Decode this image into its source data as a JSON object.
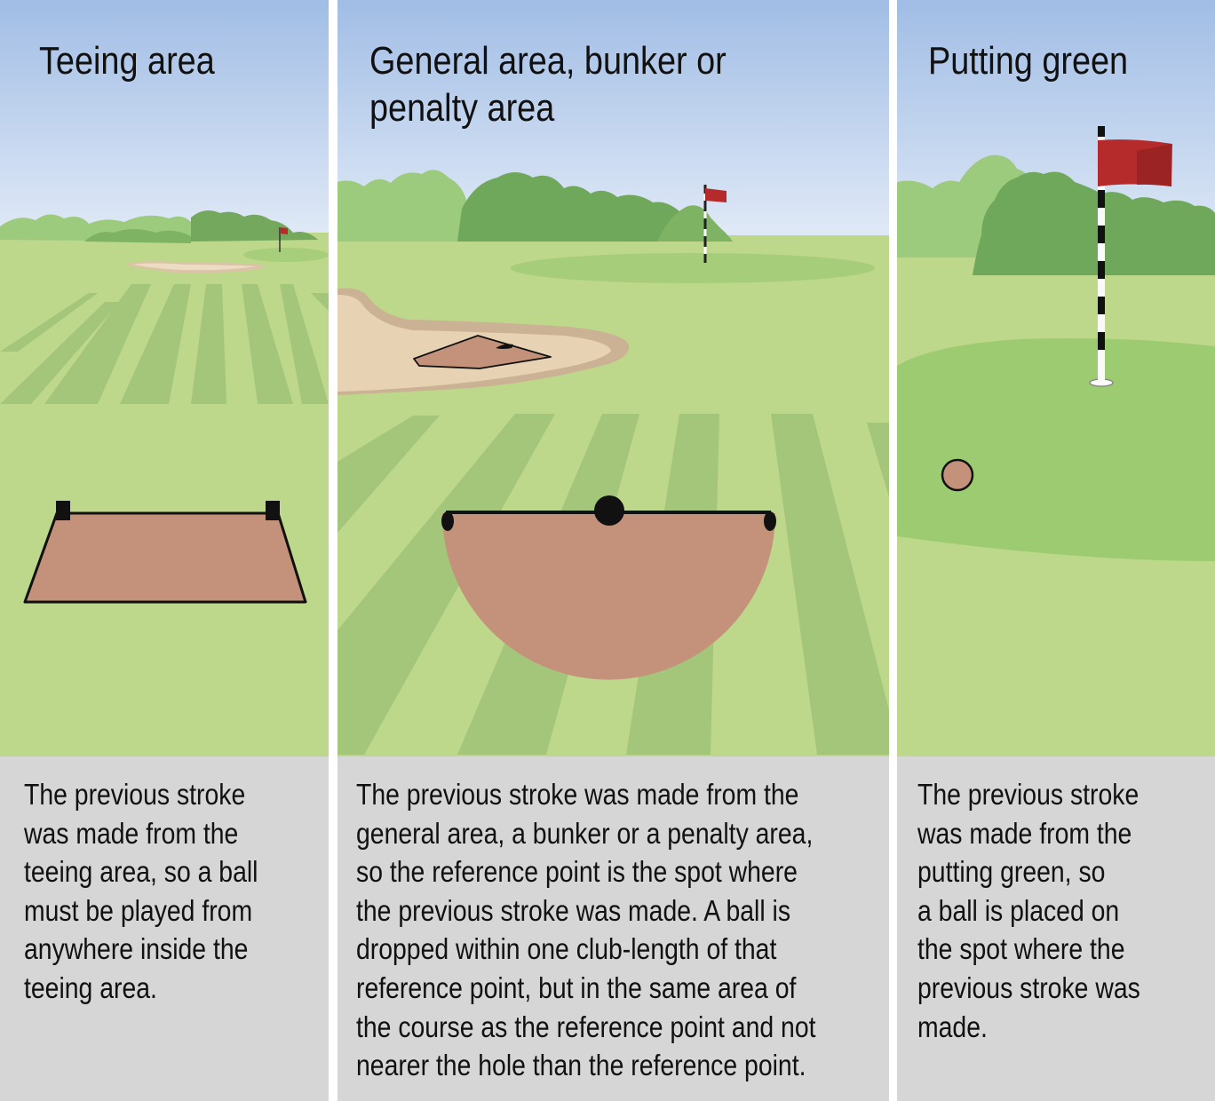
{
  "panels": [
    {
      "title": "Teeing area",
      "caption_lines": [
        "The previous stroke",
        "was made from the",
        "teeing area, so a ball",
        "must be played from",
        "anywhere inside the",
        "teeing area."
      ]
    },
    {
      "title_lines": [
        "General area, bunker or",
        "penalty area"
      ],
      "caption_lines": [
        "The previous stroke was made from the",
        "general area, a bunker or a penalty area,",
        "so the reference point is the spot where",
        "the previous stroke was made. A ball is",
        "dropped within one club-length of that",
        "reference point, but in the same area of",
        "the course as the reference point and not",
        "nearer the hole than the reference point."
      ]
    },
    {
      "title": "Putting green",
      "caption_lines": [
        "The previous stroke",
        "was made from the",
        "putting green, so",
        "a ball is placed on",
        "the spot where the",
        "previous stroke was",
        "made."
      ]
    }
  ],
  "colors": {
    "sky_top": "#a3bfe6",
    "sky_bottom": "#dfe9f6",
    "fairway": "#bed88c",
    "fairway_stripe": "#a2c57a",
    "trees_light": "#98c97a",
    "trees_dark": "#70a85b",
    "green": "#9dca72",
    "sand": "#e6cfae",
    "relief_area": "#c4937c",
    "flag": "#b52a2a",
    "caption_bg": "#d6d6d6"
  }
}
